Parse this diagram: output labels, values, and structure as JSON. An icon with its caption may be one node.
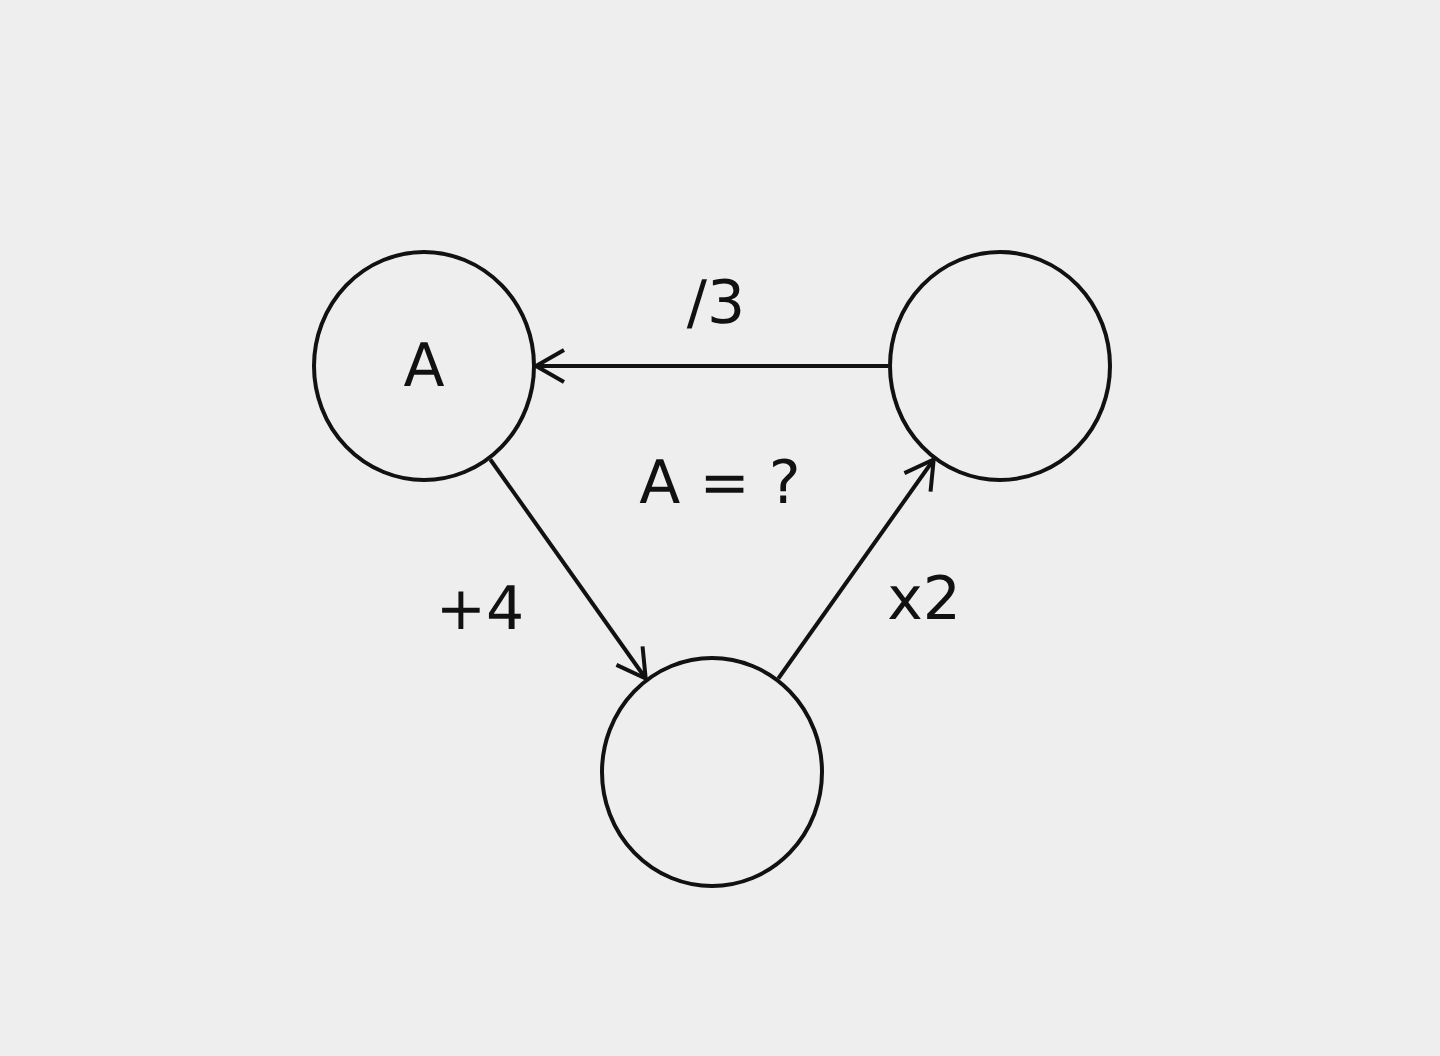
{
  "diagram": {
    "nodes": [
      {
        "text": [
          "A"
        ]
      },
      {
        "text": [],
        "shape": "circle"
      },
      {
        "text": [],
        "shape": "circle"
      }
    ],
    "edges": [
      {
        "from": 0,
        "to": 2,
        "arrow": "to",
        "label": "+4"
      },
      {
        "from": 2,
        "to": 1,
        "arrow": "to",
        "label": "x2"
      },
      {
        "from": 1,
        "to": 0,
        "arrow": "to",
        "label": "/3"
      }
    ],
    "labels": [
      "A = ?"
    ]
  }
}
